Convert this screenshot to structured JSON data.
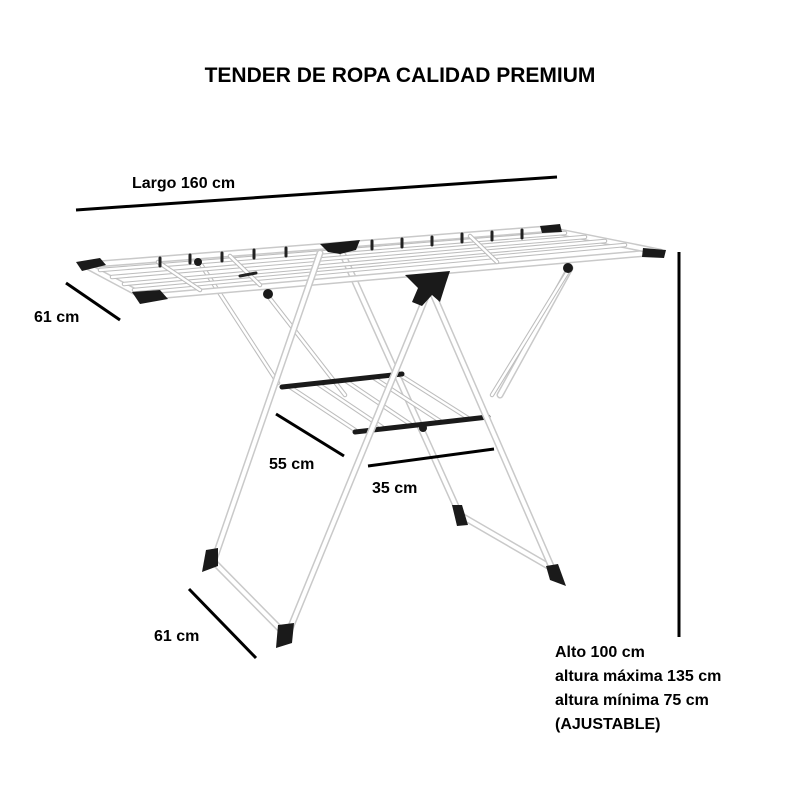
{
  "title": "TENDER DE ROPA CALIDAD PREMIUM",
  "dimensions": {
    "length": "Largo 160 cm",
    "width_left": "61 cm",
    "lower_depth": "55 cm",
    "lower_width": "35 cm",
    "base_width": "61 cm"
  },
  "height": {
    "line1": "Alto 100 cm",
    "line2": "altura máxima 135 cm",
    "line3": "altura mínima 75 cm",
    "line4": "(AJUSTABLE)"
  },
  "colors": {
    "frame": "#ffffff",
    "frame_outline": "#c9c9c9",
    "fittings": "#1a1a1a",
    "text": "#000000"
  }
}
